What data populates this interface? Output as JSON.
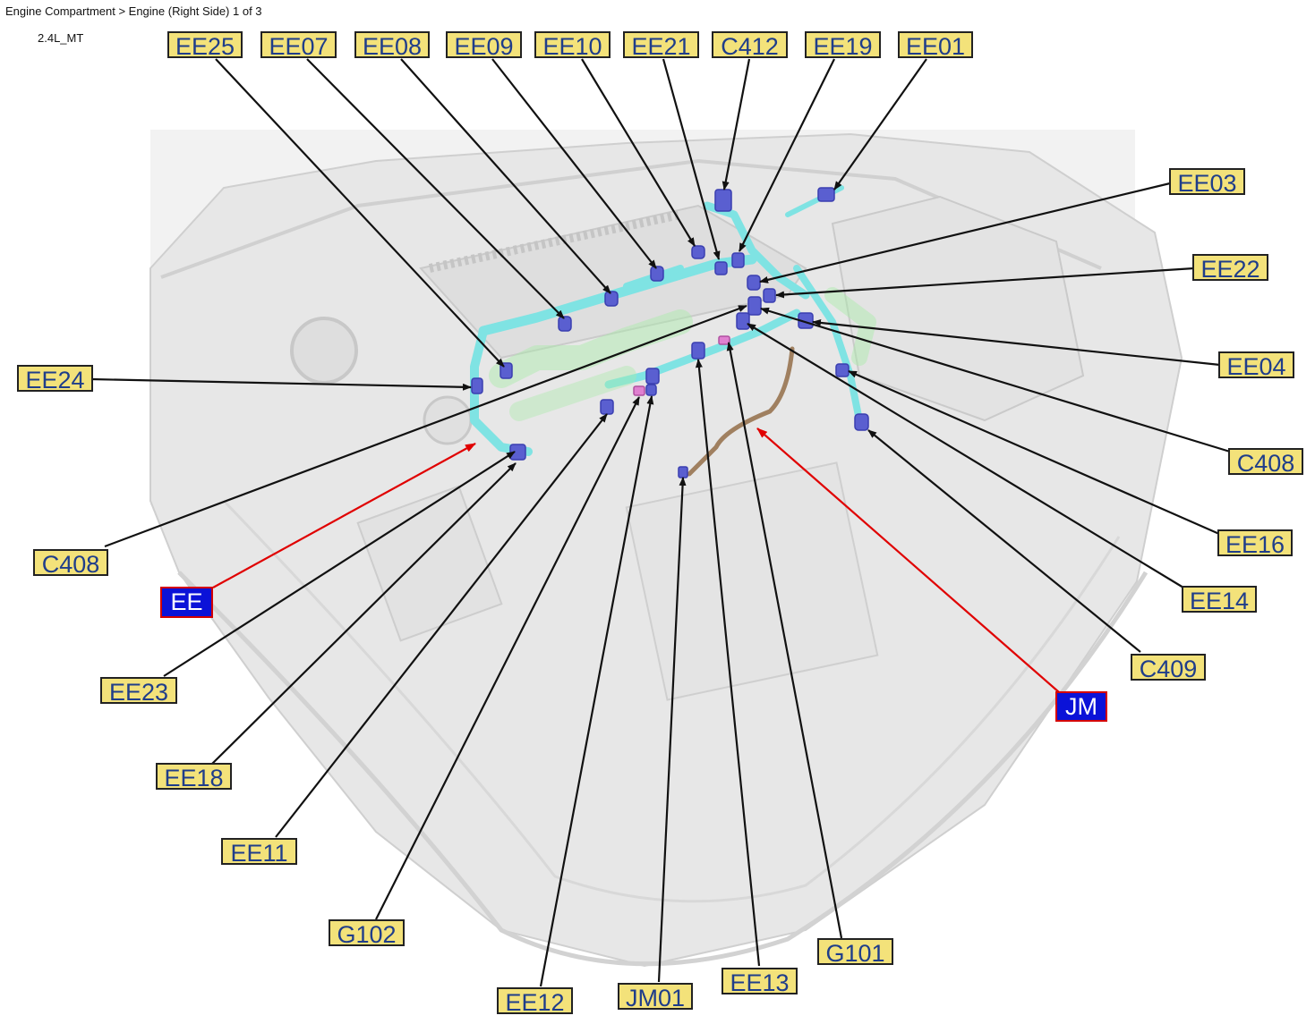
{
  "header": {
    "breadcrumb": "Engine Compartment > Engine (Right Side) 1 of 3",
    "variant": "2.4L_MT"
  },
  "colors": {
    "label_fill": "#f3e27a",
    "label_text": "#1f3d8a",
    "nav_fill": "#0b12d8",
    "nav_border": "#d40000",
    "leader_line": "#111111",
    "nav_leader": "#e00000",
    "harness": "#7fe3e3",
    "connector": "#5a5fd0"
  },
  "labels": [
    {
      "id": "EE25",
      "text": "EE25",
      "nav": false
    },
    {
      "id": "EE07",
      "text": "EE07",
      "nav": false
    },
    {
      "id": "EE08",
      "text": "EE08",
      "nav": false
    },
    {
      "id": "EE09",
      "text": "EE09",
      "nav": false
    },
    {
      "id": "EE10",
      "text": "EE10",
      "nav": false
    },
    {
      "id": "EE21",
      "text": "EE21",
      "nav": false
    },
    {
      "id": "C412",
      "text": "C412",
      "nav": false
    },
    {
      "id": "EE19",
      "text": "EE19",
      "nav": false
    },
    {
      "id": "EE01",
      "text": "EE01",
      "nav": false
    },
    {
      "id": "EE03",
      "text": "EE03",
      "nav": false
    },
    {
      "id": "EE22",
      "text": "EE22",
      "nav": false
    },
    {
      "id": "EE04",
      "text": "EE04",
      "nav": false
    },
    {
      "id": "C408r",
      "text": "C408",
      "nav": false
    },
    {
      "id": "EE16",
      "text": "EE16",
      "nav": false
    },
    {
      "id": "EE14",
      "text": "EE14",
      "nav": false
    },
    {
      "id": "C409",
      "text": "C409",
      "nav": false
    },
    {
      "id": "JM",
      "text": "JM",
      "nav": true
    },
    {
      "id": "EE24",
      "text": "EE24",
      "nav": false
    },
    {
      "id": "C408l",
      "text": "C408",
      "nav": false
    },
    {
      "id": "EE",
      "text": "EE",
      "nav": true
    },
    {
      "id": "EE23",
      "text": "EE23",
      "nav": false
    },
    {
      "id": "EE18",
      "text": "EE18",
      "nav": false
    },
    {
      "id": "EE11",
      "text": "EE11",
      "nav": false
    },
    {
      "id": "G102",
      "text": "G102",
      "nav": false
    },
    {
      "id": "EE12",
      "text": "EE12",
      "nav": false
    },
    {
      "id": "JM01",
      "text": "JM01",
      "nav": false
    },
    {
      "id": "EE13",
      "text": "EE13",
      "nav": false
    },
    {
      "id": "G101",
      "text": "G101",
      "nav": false
    }
  ]
}
